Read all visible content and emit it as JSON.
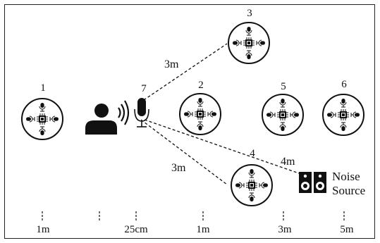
{
  "nodes": [
    {
      "id": "node-1",
      "label": "1"
    },
    {
      "id": "node-2",
      "label": "2"
    },
    {
      "id": "node-3",
      "label": "3"
    },
    {
      "id": "node-4",
      "label": "4"
    },
    {
      "id": "node-5",
      "label": "5"
    },
    {
      "id": "node-6",
      "label": "6"
    }
  ],
  "microphone": {
    "label": "7"
  },
  "distances": {
    "to_node3": "3m",
    "to_node4": "3m",
    "to_noise": "4m"
  },
  "noise_source": {
    "line1": "Noise",
    "line2": "Source"
  },
  "scale": {
    "labels": [
      "1m",
      "25cm",
      "1m",
      "3m",
      "5m"
    ]
  },
  "colors": {
    "ink": "#111111",
    "frame": "#222222",
    "background": "#ffffff"
  },
  "icons": {
    "speaker": "person-icon",
    "mic": "microphone-icon",
    "waves": "sound-waves-icon",
    "noise": "loudspeaker-icon",
    "chip": "chip-icon"
  }
}
